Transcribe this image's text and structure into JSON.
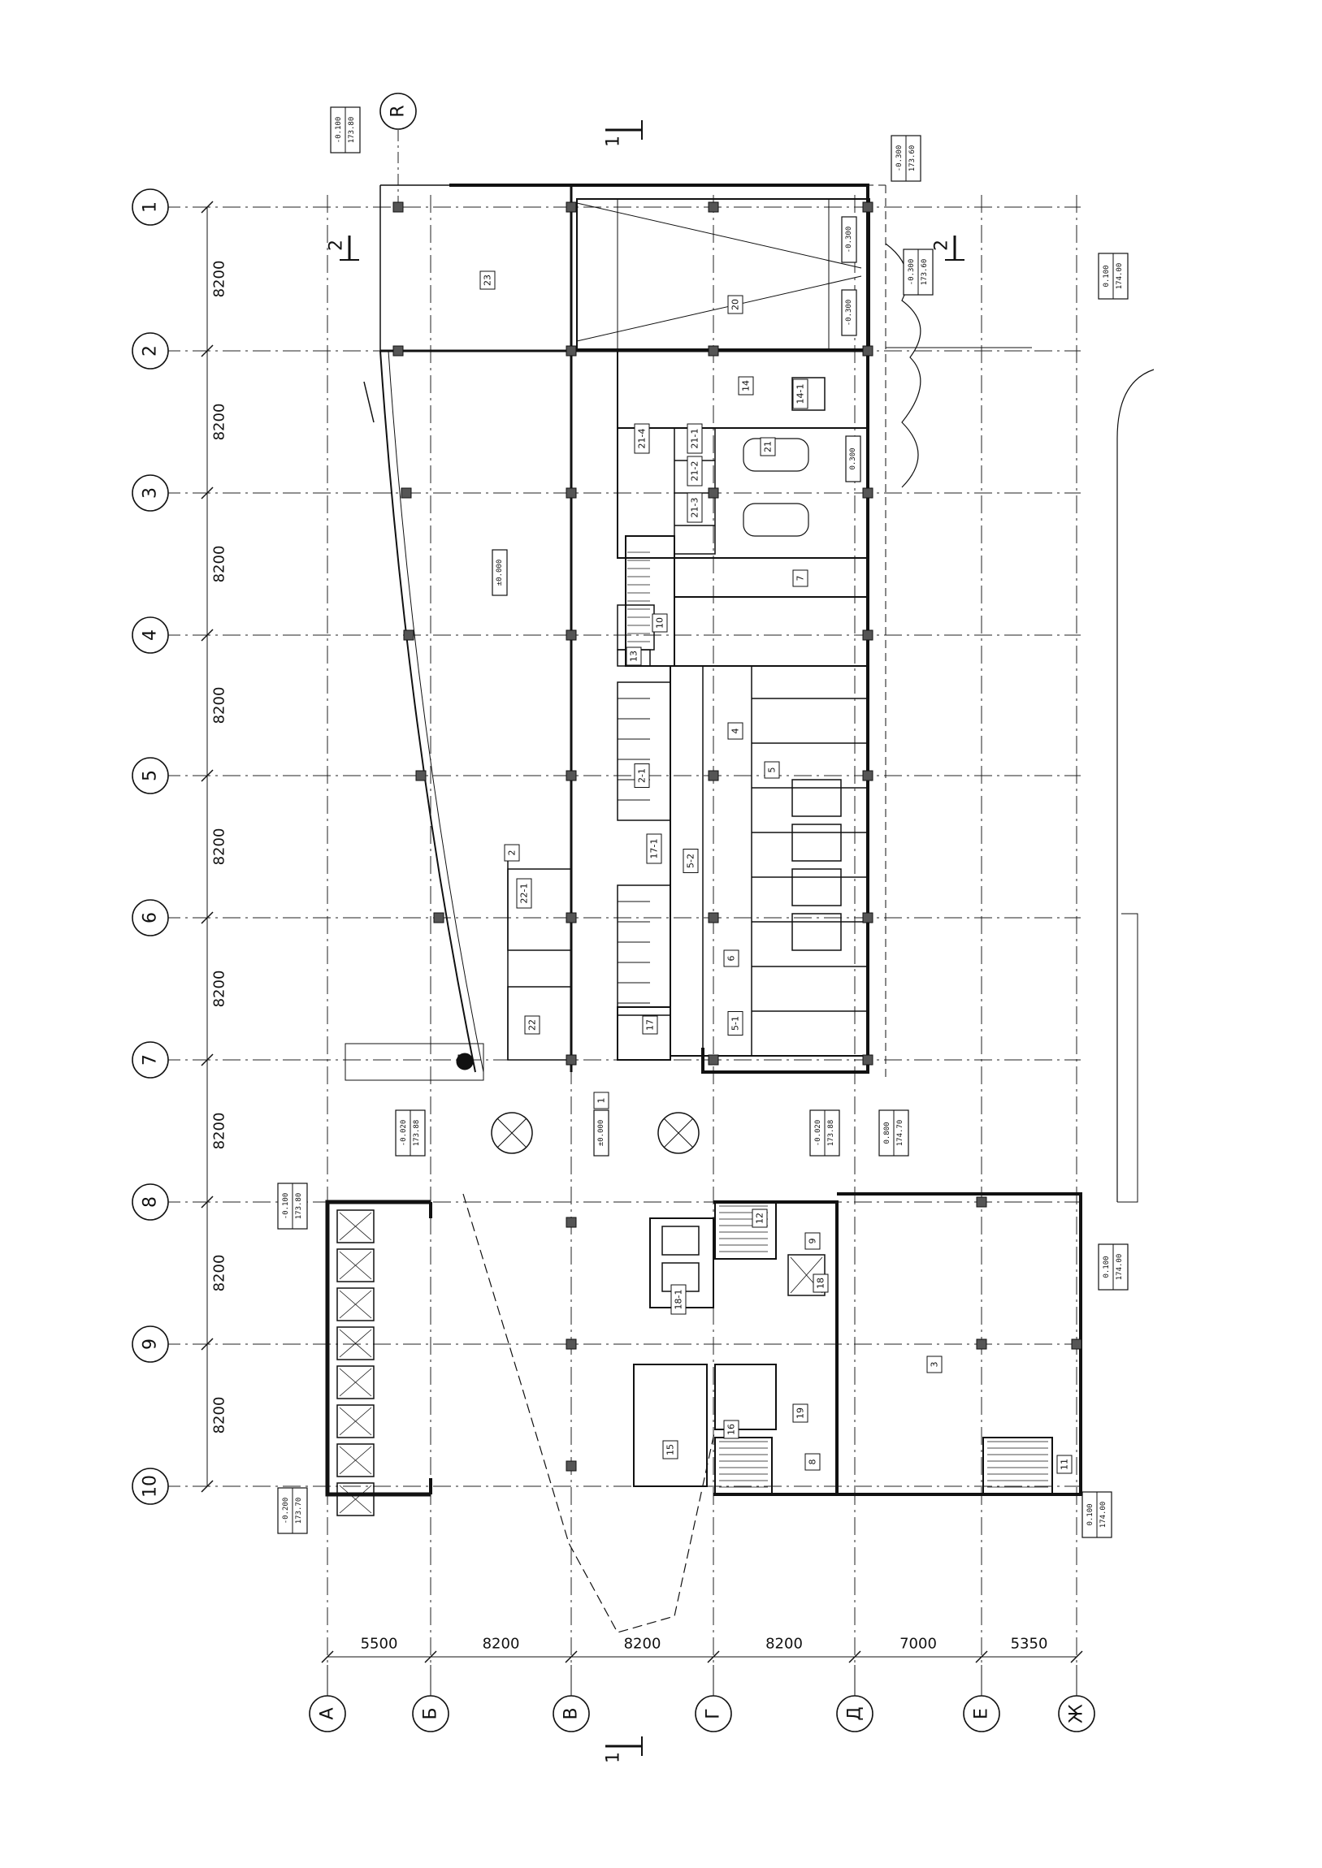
{
  "drawing": {
    "grid_rows": [
      "1",
      "2",
      "3",
      "4",
      "5",
      "6",
      "7",
      "8",
      "9",
      "10"
    ],
    "grid_cols": [
      "А",
      "Б",
      "В",
      "Г",
      "Д",
      "Е",
      "Ж"
    ],
    "row_dimensions": [
      "8200",
      "8200",
      "8200",
      "8200",
      "8200",
      "8200",
      "8200",
      "8200",
      "8200"
    ],
    "col_dimensions": [
      "5500",
      "8200",
      "8200",
      "8200",
      "7000",
      "5350"
    ],
    "axis_r": "R",
    "section_marks": [
      {
        "id": "sec-1-top",
        "label": "1"
      },
      {
        "id": "sec-1-bottom",
        "label": "1"
      },
      {
        "id": "sec-2-left",
        "label": "2"
      },
      {
        "id": "sec-2-right",
        "label": "2"
      }
    ],
    "rooms": [
      "23",
      "20",
      "14",
      "14-1",
      "21",
      "21-1",
      "21-2",
      "21-3",
      "21-4",
      "7",
      "10",
      "13",
      "4",
      "5",
      "2",
      "2-1",
      "22-1",
      "22",
      "17",
      "17-1",
      "6",
      "5-1",
      "5-2",
      "1",
      "12",
      "9",
      "18",
      "18-1",
      "3",
      "16",
      "15",
      "8",
      "11",
      "19"
    ],
    "levels": [
      {
        "id": "lvl-1",
        "top": "-0.100",
        "bot": "173.80"
      },
      {
        "id": "lvl-2",
        "top": "-0.300",
        "bot": "173.60"
      },
      {
        "id": "lvl-3",
        "top": "-0.300",
        "bot": "173.60"
      },
      {
        "id": "lvl-4",
        "top": "-0.300",
        "bot": ""
      },
      {
        "id": "lvl-5",
        "top": "-0.300",
        "bot": ""
      },
      {
        "id": "lvl-6",
        "top": "0.100",
        "bot": "174.00"
      },
      {
        "id": "lvl-7",
        "top": "0.300",
        "bot": ""
      },
      {
        "id": "lvl-8",
        "top": "±0.000",
        "bot": ""
      },
      {
        "id": "lvl-9",
        "top": "-0.020",
        "bot": "173.88"
      },
      {
        "id": "lvl-10",
        "top": "±0.000",
        "bot": ""
      },
      {
        "id": "lvl-11",
        "top": "-0.020",
        "bot": "173.88"
      },
      {
        "id": "lvl-12",
        "top": "0.800",
        "bot": "174.70"
      },
      {
        "id": "lvl-13",
        "top": "-0.100",
        "bot": "173.80"
      },
      {
        "id": "lvl-14",
        "top": "0.100",
        "bot": "174.00"
      },
      {
        "id": "lvl-15",
        "top": "-0.200",
        "bot": "173.70"
      },
      {
        "id": "lvl-16",
        "top": "0.100",
        "bot": "174.00"
      }
    ]
  }
}
